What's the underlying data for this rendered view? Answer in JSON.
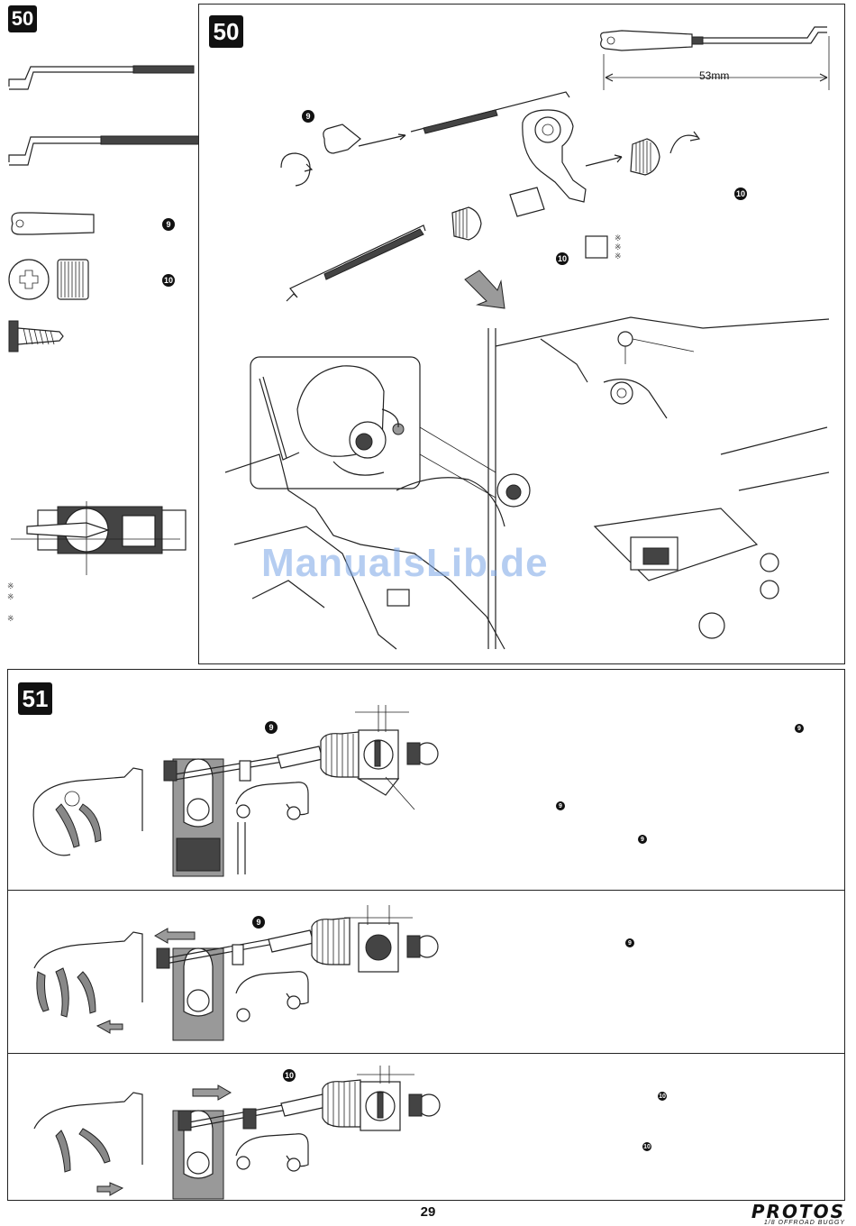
{
  "steps": {
    "step50_left_badge": "50",
    "step50_main_badge": "50",
    "step51_badge": "51"
  },
  "parts_list": [
    {
      "id": "linkage-rod-short"
    },
    {
      "id": "linkage-rod-long"
    },
    {
      "id": "ball-end",
      "ref": "9"
    },
    {
      "id": "adjuster-nut",
      "ref": "10"
    },
    {
      "id": "screw"
    }
  ],
  "measurement": "53mm",
  "callouts": {
    "n9": "9",
    "n10": "10"
  },
  "notes": {
    "asterisk": "※"
  },
  "watermark": "ManualsLib.de",
  "page_number": "29",
  "brand": {
    "name": "PROTOS",
    "tagline": "1/8 OFFROAD BUGGY"
  },
  "colors": {
    "accent_arrow": "#9a9a9a",
    "badge": "#111111",
    "watermark": "#7aa6e6"
  }
}
